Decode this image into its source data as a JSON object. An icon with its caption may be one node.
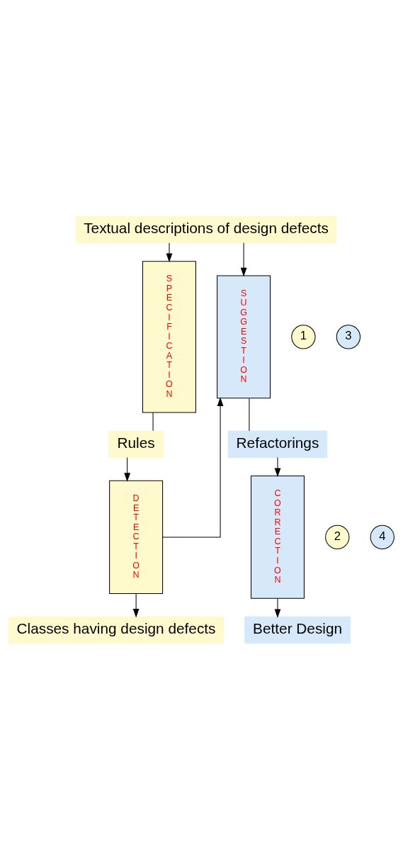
{
  "diagram": {
    "nodes": [
      {
        "text": [
          "Textual descriptions of design defects"
        ]
      },
      {
        "text": [
          "1"
        ]
      },
      {
        "text": [
          "SPECIFICATION"
        ]
      },
      {
        "text": [
          "Rules"
        ]
      },
      {
        "text": [
          "2"
        ]
      },
      {
        "text": [
          "DETECTION"
        ]
      },
      {
        "text": [
          "Classes having design defects"
        ]
      },
      {
        "text": [
          "3"
        ]
      },
      {
        "text": [
          "SUGGESTION"
        ]
      },
      {
        "text": [
          "Refactorings"
        ]
      },
      {
        "text": [
          "4"
        ]
      },
      {
        "text": [
          "CORRECTION"
        ]
      },
      {
        "text": [
          "Better Design"
        ]
      }
    ],
    "edges": [
      {
        "from": 0,
        "to": 2,
        "arrow": "to"
      },
      {
        "from": 0,
        "to": 8,
        "arrow": "to"
      },
      {
        "from": 2,
        "to": 3,
        "arrow": "none"
      },
      {
        "from": 3,
        "to": 5,
        "arrow": "to"
      },
      {
        "from": 5,
        "to": 6,
        "arrow": "to"
      },
      {
        "from": 5,
        "to": 8,
        "arrow": "to"
      },
      {
        "from": 8,
        "to": 9,
        "arrow": "none"
      },
      {
        "from": 9,
        "to": 11,
        "arrow": "to"
      },
      {
        "from": 11,
        "to": 12,
        "arrow": "to"
      }
    ]
  }
}
